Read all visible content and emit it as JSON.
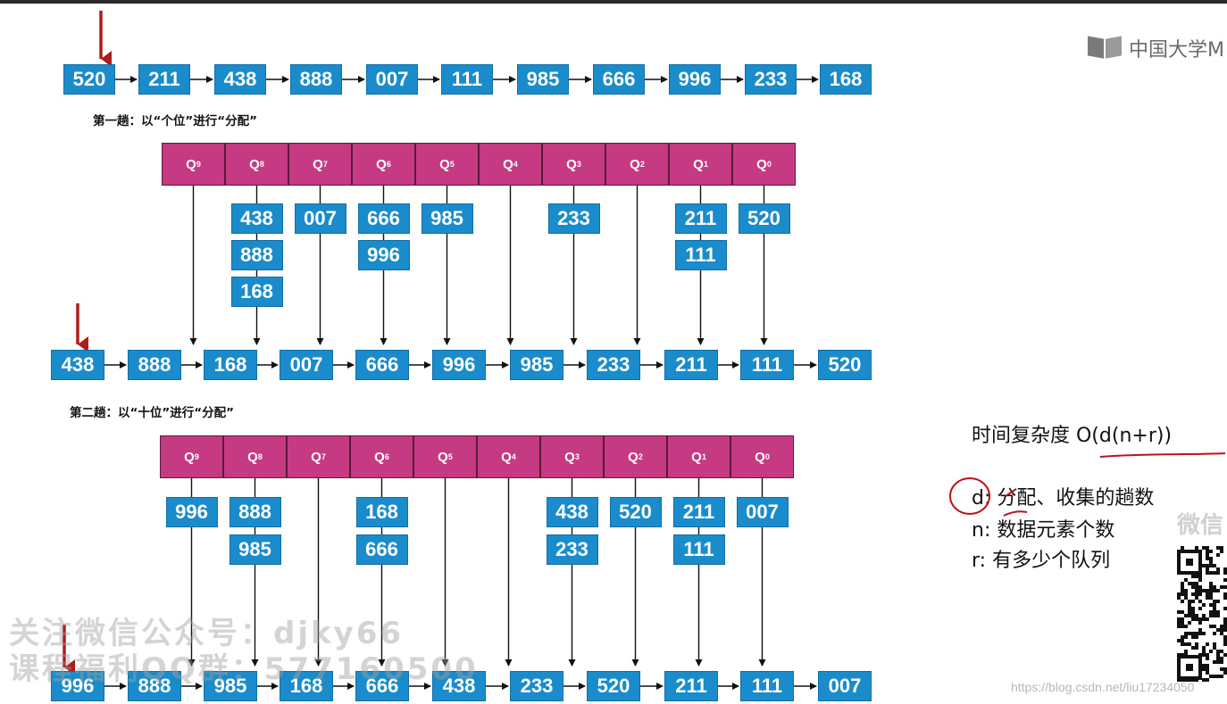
{
  "brand": {
    "text": "中国大学M"
  },
  "rows": [
    [
      "520",
      "211",
      "438",
      "888",
      "007",
      "111",
      "985",
      "666",
      "996",
      "233",
      "168"
    ],
    [
      "438",
      "888",
      "168",
      "007",
      "666",
      "996",
      "985",
      "233",
      "211",
      "111",
      "520"
    ],
    [
      "996",
      "888",
      "985",
      "168",
      "666",
      "438",
      "233",
      "520",
      "211",
      "111",
      "007"
    ]
  ],
  "passes": [
    {
      "caption": "第一趟：以“个位”进行“分配”",
      "queues": [
        [
          "Q",
          "9"
        ],
        [
          "Q",
          "8"
        ],
        [
          "Q",
          "7"
        ],
        [
          "Q",
          "6"
        ],
        [
          "Q",
          "5"
        ],
        [
          "Q",
          "4"
        ],
        [
          "Q",
          "3"
        ],
        [
          "Q",
          "2"
        ],
        [
          "Q",
          "1"
        ],
        [
          "Q",
          "0"
        ]
      ],
      "buckets": [
        [],
        [
          "438",
          "888",
          "168"
        ],
        [
          "007"
        ],
        [
          "666",
          "996"
        ],
        [
          "985"
        ],
        [],
        [
          "233"
        ],
        [],
        [
          "211",
          "111"
        ],
        [
          "520"
        ]
      ]
    },
    {
      "caption": "第二趟：以“十位”进行“分配”",
      "queues": [
        [
          "Q",
          "9"
        ],
        [
          "Q",
          "8"
        ],
        [
          "Q",
          "7"
        ],
        [
          "Q",
          "6"
        ],
        [
          "Q",
          "5"
        ],
        [
          "Q",
          "4"
        ],
        [
          "Q",
          "3"
        ],
        [
          "Q",
          "2"
        ],
        [
          "Q",
          "1"
        ],
        [
          "Q",
          "0"
        ]
      ],
      "buckets": [
        [
          "996"
        ],
        [
          "888",
          "985"
        ],
        [],
        [
          "168",
          "666"
        ],
        [],
        [],
        [
          "438",
          "233"
        ],
        [
          "520"
        ],
        [
          "211",
          "111"
        ],
        [
          "007"
        ]
      ]
    }
  ],
  "notes": {
    "complexity": "时间复杂度 O(d(n+r))",
    "d": "d:  分配、收集的趟数",
    "n": "n:  数据元素个数",
    "r": "r:  有多少个队列",
    "wechat": "微信"
  },
  "watermark": {
    "line1": "关注微信公众号：djky66",
    "line2": "课程福利QQ群：577160500"
  },
  "credit": "https://blog.csdn.net/liu17234050",
  "colors": {
    "box": "#1a8ccb",
    "queue": "#c53a83",
    "pointer": "#b01c1c",
    "annotation": "#c0101a"
  }
}
